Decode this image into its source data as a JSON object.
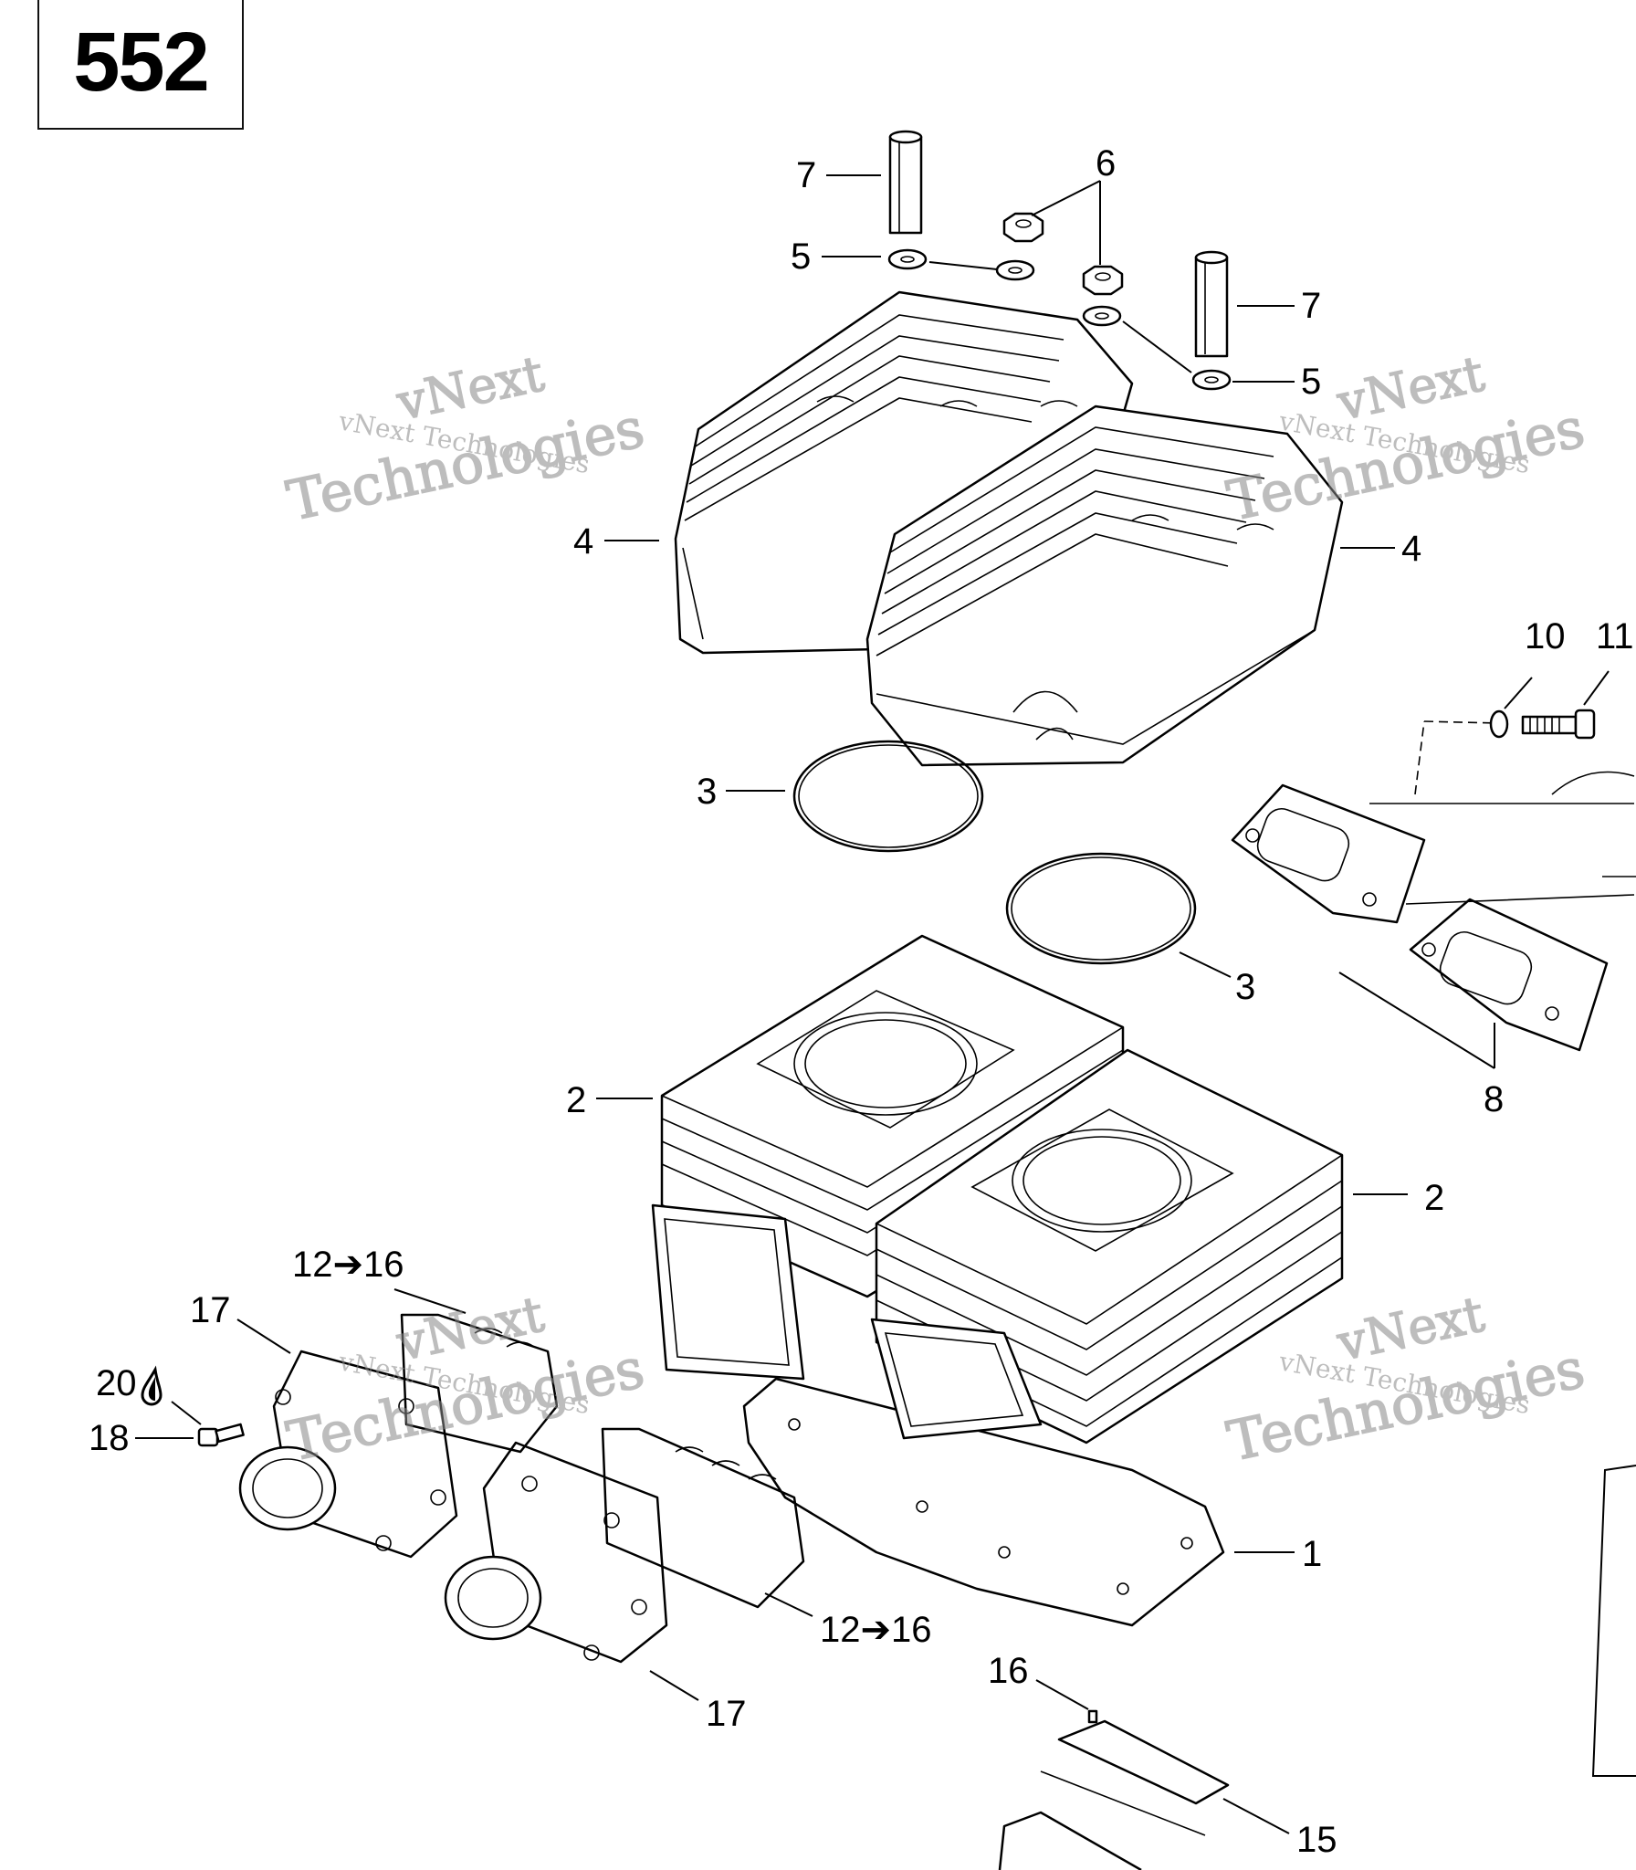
{
  "page": {
    "page_number": "552"
  },
  "watermarks": [
    {
      "line1": "vNext",
      "line2": "Technologies",
      "small": "vNext Technologies"
    },
    {
      "line1": "vNext",
      "line2": "Technologies",
      "small": "vNext Technologies"
    },
    {
      "line1": "vNext",
      "line2": "Technologies",
      "small": "vNext Technologies"
    },
    {
      "line1": "vNext",
      "line2": "Technologies",
      "small": "vNext Technologies"
    }
  ],
  "callouts": {
    "c1": "1",
    "c2a": "2",
    "c2b": "2",
    "c3a": "3",
    "c3b": "3",
    "c4a": "4",
    "c4b": "4",
    "c5a": "5",
    "c5b": "5",
    "c6": "6",
    "c7a": "7",
    "c7b": "7",
    "c8": "8",
    "c10": "10",
    "c11": "11",
    "c12a": "12➔16",
    "c12b": "12➔16",
    "c15": "15",
    "c16": "16",
    "c17a": "17",
    "c17b": "17",
    "c18": "18",
    "c20": "20"
  },
  "icons": {
    "callout_20_symbol": "oil-drop-icon"
  }
}
